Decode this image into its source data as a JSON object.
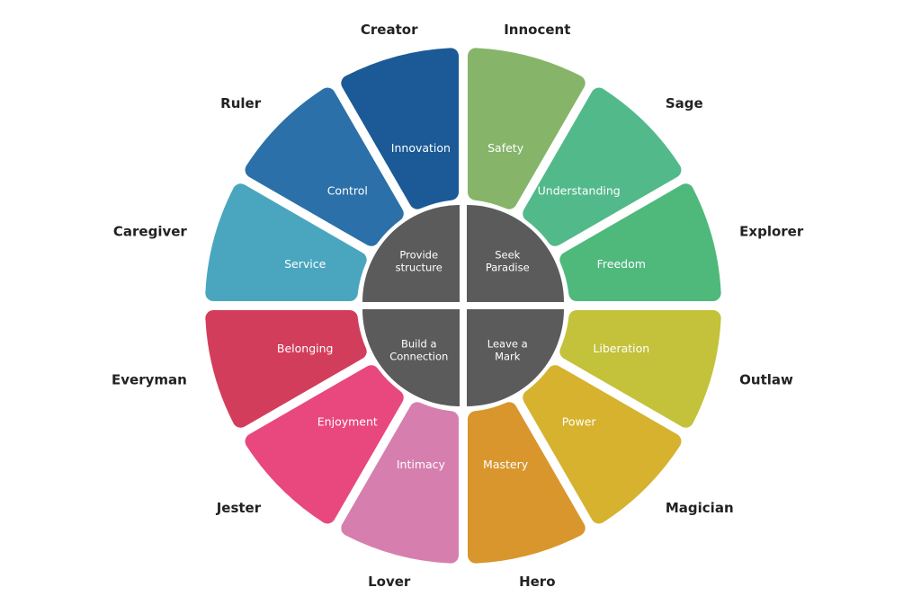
{
  "center_color": "#5b5b5b",
  "quadrants": [
    {
      "lines": [
        "Seek",
        "Paradise"
      ]
    },
    {
      "lines": [
        "Leave a",
        "Mark"
      ]
    },
    {
      "lines": [
        "Build a",
        "Connection"
      ]
    },
    {
      "lines": [
        "Provide",
        "structure"
      ]
    }
  ],
  "archetypes": [
    {
      "name": "Innocent",
      "value": "Safety",
      "color": "#86b56a"
    },
    {
      "name": "Sage",
      "value": "Understanding",
      "color": "#52b98a"
    },
    {
      "name": "Explorer",
      "value": "Freedom",
      "color": "#4fb97c"
    },
    {
      "name": "Outlaw",
      "value": "Liberation",
      "color": "#c3c23a"
    },
    {
      "name": "Magician",
      "value": "Power",
      "color": "#d6b22e"
    },
    {
      "name": "Hero",
      "value": "Mastery",
      "color": "#d8962c"
    },
    {
      "name": "Lover",
      "value": "Intimacy",
      "color": "#d67fae"
    },
    {
      "name": "Jester",
      "value": "Enjoyment",
      "color": "#e8487e"
    },
    {
      "name": "Everyman",
      "value": "Belonging",
      "color": "#d33d5c"
    },
    {
      "name": "Caregiver",
      "value": "Service",
      "color": "#4aa6bf"
    },
    {
      "name": "Ruler",
      "value": "Control",
      "color": "#2b70a8"
    },
    {
      "name": "Creator",
      "value": "Innovation",
      "color": "#1b5a96"
    }
  ]
}
